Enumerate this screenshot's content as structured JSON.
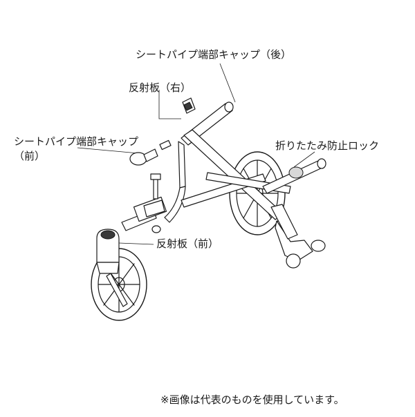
{
  "labels": {
    "seat_pipe_cap_rear": "シートパイプ端部キャップ（後）",
    "reflector_right": "反射板（右）",
    "seat_pipe_cap_front_line1": "シートパイプ端部キャップ",
    "seat_pipe_cap_front_line2": "（前）",
    "folding_lock": "折りたたみ防止ロック",
    "reflector_front": "反射板（前）"
  },
  "footnote": "※画像は代表のものを使用しています。"
}
